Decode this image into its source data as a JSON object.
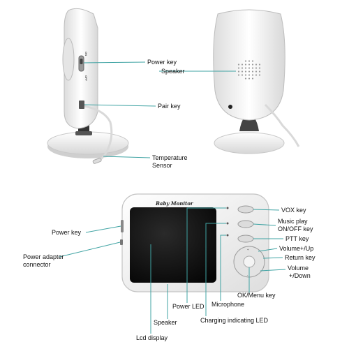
{
  "labels": {
    "power_key_top": "Power key",
    "speaker_top": "Speaker",
    "pair_key": "Pair key",
    "temperature_line1": "Temperature",
    "temperature_line2": "Sensor",
    "vox_key": "VOX key",
    "music_line1": "Music play",
    "music_line2": "ON/OFF key",
    "ptt_key": "PTT key",
    "volume_up": "Volume+/Up",
    "return_key": "Return key",
    "volume_down_line1": "Volume",
    "volume_down_line2": "+/Down",
    "ok_menu_key": "OK/Menu key",
    "microphone": "Microphone",
    "charging_led": "Charging indicating LED",
    "power_led": "Power LED",
    "speaker_bottom": "Speaker",
    "lcd_display": "Lcd display",
    "power_key_side": "Power key",
    "adapter_line1": "Power adapter",
    "adapter_line2": "connector"
  },
  "device": {
    "brand": "Baby Monitor",
    "camera_side_on": "ON",
    "camera_side_off": "OFF"
  },
  "colors": {
    "leader_line": "#3fa3a3",
    "device_body": "#f2f2f2",
    "screen": "#0d0d0d"
  }
}
